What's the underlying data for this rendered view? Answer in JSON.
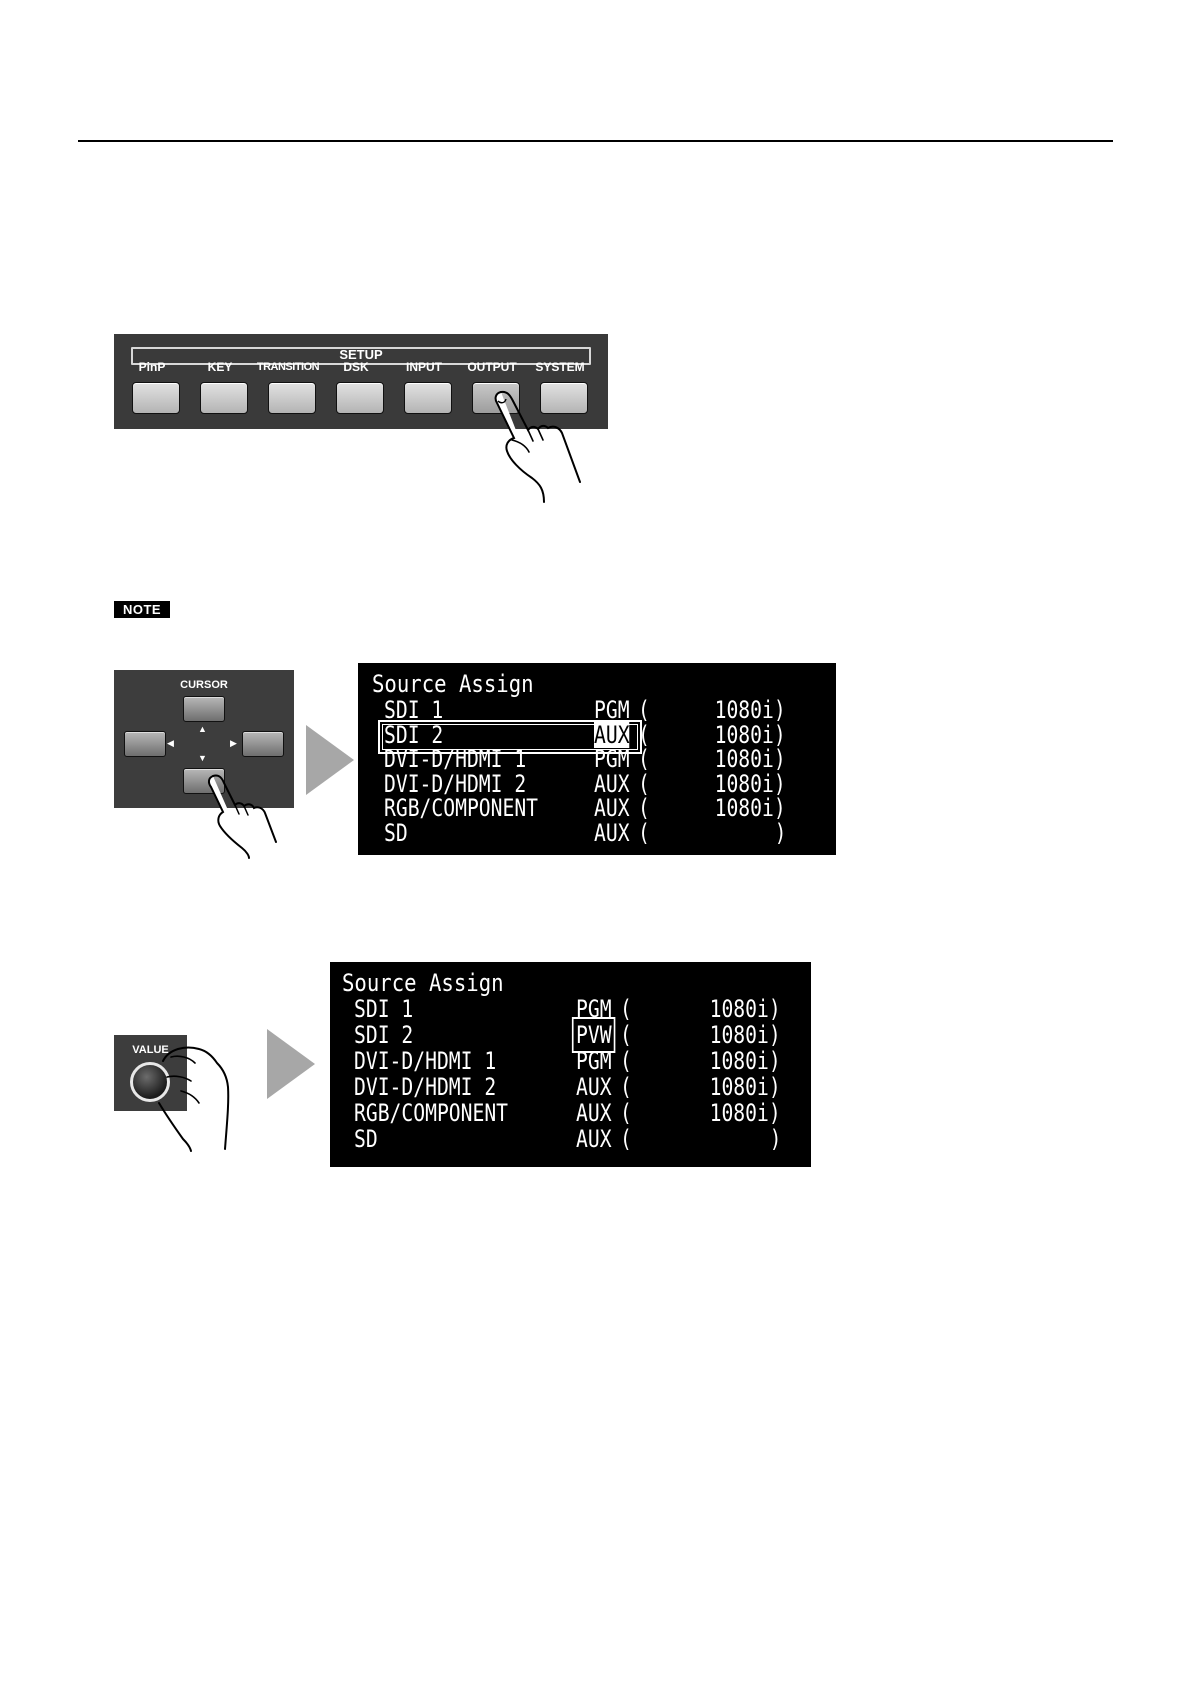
{
  "setup_panel": {
    "title": "SETUP",
    "buttons": [
      "PinP",
      "KEY",
      "TRANSITION",
      "DSK",
      "INPUT",
      "OUTPUT",
      "SYSTEM"
    ],
    "pressed": "OUTPUT"
  },
  "note_label": "NOTE",
  "cursor_panel": {
    "title": "CURSOR",
    "pressed": "down"
  },
  "value_panel": {
    "title": "VALUE"
  },
  "screen1": {
    "title": "Source Assign",
    "rows": [
      {
        "source": "SDI 1",
        "bus": "PGM",
        "open": "(",
        "format": "1080i)"
      },
      {
        "source": "SDI 2",
        "bus": "AUX",
        "open": "(",
        "format": "1080i)"
      },
      {
        "source": "DVI-D/HDMI 1",
        "bus": "PGM",
        "open": "(",
        "format": "1080i)"
      },
      {
        "source": "DVI-D/HDMI 2",
        "bus": "AUX",
        "open": "(",
        "format": "1080i)"
      },
      {
        "source": "RGB/COMPONENT",
        "bus": "AUX",
        "open": "(",
        "format": "1080i)"
      },
      {
        "source": "SD",
        "bus": "AUX",
        "open": "(",
        "format": ")"
      }
    ],
    "selected_row": 1
  },
  "screen2": {
    "title": "Source Assign",
    "rows": [
      {
        "source": "SDI 1",
        "bus": "PGM",
        "open": "(",
        "format": "1080i)"
      },
      {
        "source": "SDI 2",
        "bus": "PVW",
        "open": "(",
        "format": "1080i)"
      },
      {
        "source": "DVI-D/HDMI 1",
        "bus": "PGM",
        "open": "(",
        "format": "1080i)"
      },
      {
        "source": "DVI-D/HDMI 2",
        "bus": "AUX",
        "open": "(",
        "format": "1080i)"
      },
      {
        "source": "RGB/COMPONENT",
        "bus": "AUX",
        "open": "(",
        "format": "1080i)"
      },
      {
        "source": "SD",
        "bus": "AUX",
        "open": "(",
        "format": ")"
      }
    ],
    "selected_row": 1
  },
  "colors": {
    "panel": "#3a3a3a",
    "arrow": "#a7a7a7",
    "lcd": "#000000"
  }
}
